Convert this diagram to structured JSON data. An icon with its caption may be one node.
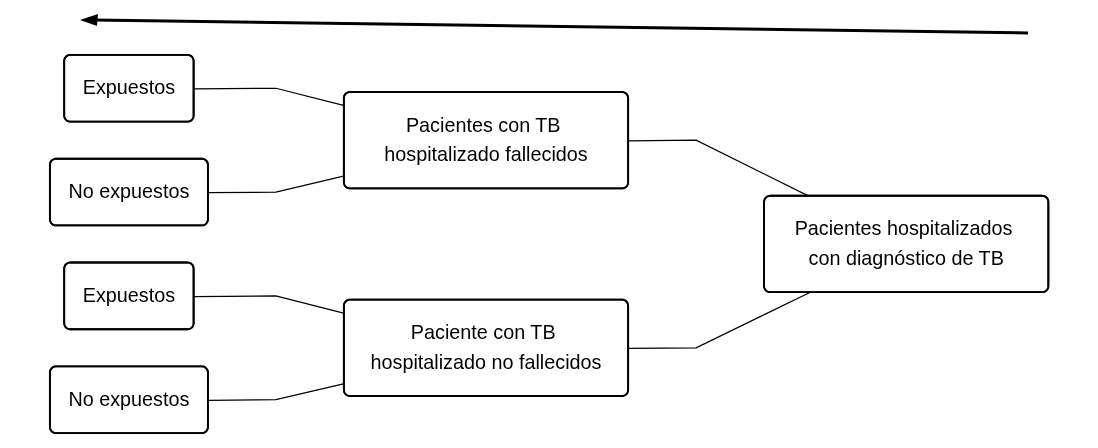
{
  "diagram": {
    "nodes": [
      {
        "text": [
          "Expuestos"
        ]
      },
      {
        "text": [
          "No expuestos"
        ]
      },
      {
        "text": [
          "Pacientes con TB hospitalizado fallecidos"
        ]
      },
      {
        "text": [
          "Expuestos"
        ]
      },
      {
        "text": [
          "No expuestos"
        ]
      },
      {
        "text": [
          "Paciente con TB hospitalizado no fallecidos"
        ]
      },
      {
        "text": [
          "Pacientes hospitalizados con diagnóstico de TB"
        ]
      }
    ],
    "edges": [
      {
        "from": 6,
        "to": 2,
        "arrow": "none"
      },
      {
        "from": 6,
        "to": 5,
        "arrow": "none"
      },
      {
        "from": 2,
        "to": 0,
        "arrow": "none"
      },
      {
        "from": 2,
        "to": 1,
        "arrow": "none"
      },
      {
        "from": 5,
        "to": 3,
        "arrow": "none"
      },
      {
        "from": 5,
        "to": 4,
        "arrow": "none"
      }
    ]
  }
}
